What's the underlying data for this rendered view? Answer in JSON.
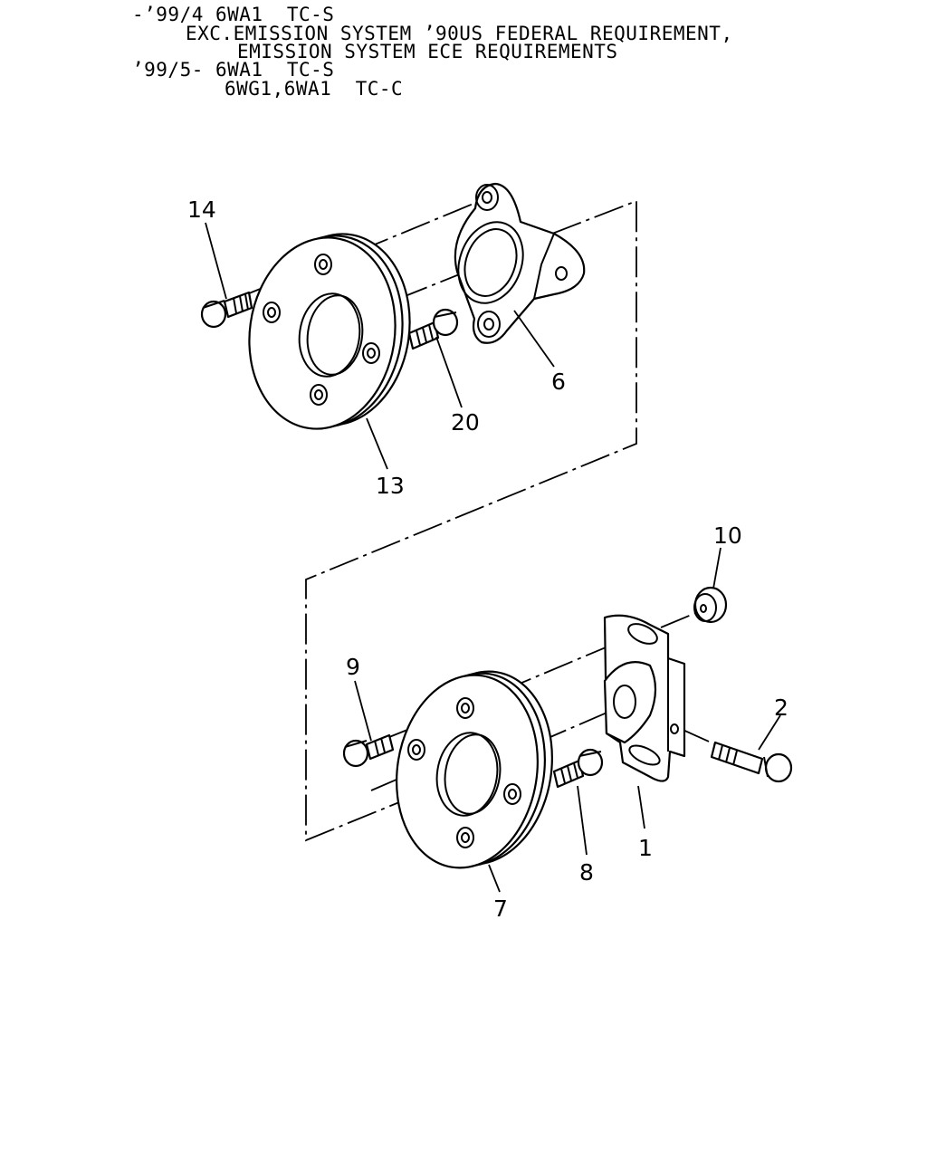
{
  "header": {
    "line1": "-’99/4 6WA1  TC-S",
    "line2": "EXC.EMISSION SYSTEM ’90US FEDERAL REQUIREMENT,",
    "line3": "EMISSION SYSTEM ECE REQUIREMENTS",
    "line4": "’99/5- 6WA1  TC-S",
    "line5": "6WG1,6WA1  TC-C"
  },
  "callouts": {
    "c1": "1",
    "c2": "2",
    "c6": "6",
    "c7": "7",
    "c8": "8",
    "c9": "9",
    "c10": "10",
    "c13": "13",
    "c14": "14",
    "c20": "20"
  }
}
